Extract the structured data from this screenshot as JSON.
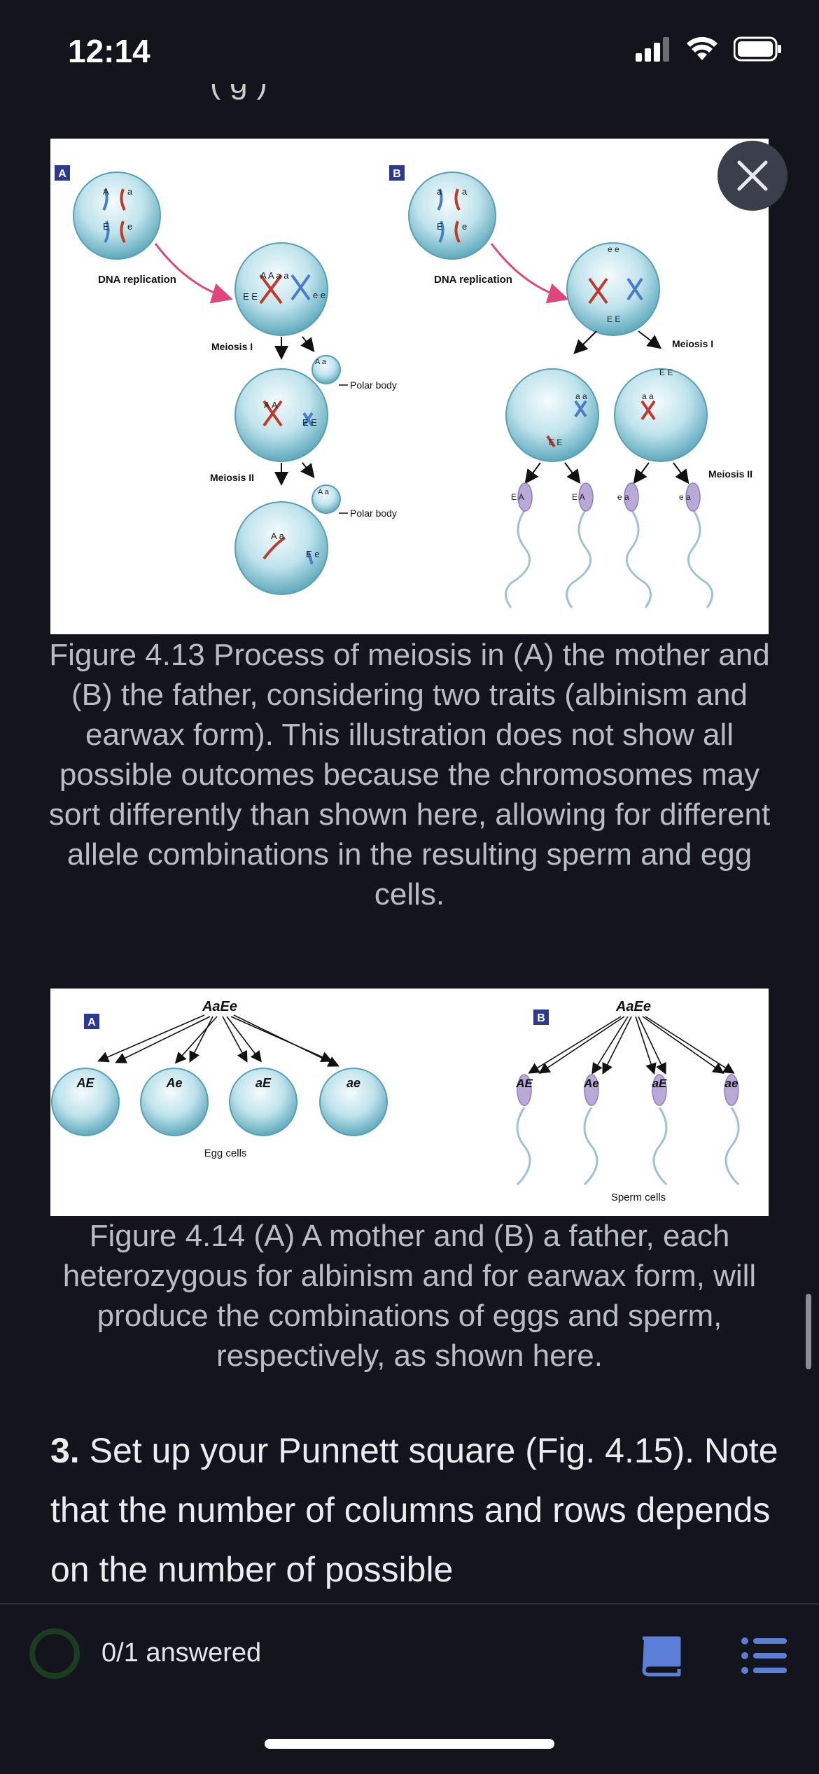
{
  "status_bar": {
    "time": "12:14"
  },
  "figure_4_13": {
    "panel_a_label": "A",
    "panel_b_label": "B",
    "dna_replication": "DNA replication",
    "meiosis_1": "Meiosis I",
    "meiosis_2": "Meiosis II",
    "polar_body": "Polar body",
    "caption": "Figure 4.13 Process of meiosis in (A) the mother and (B) the father, considering two traits (albinism and earwax form). This illustration does not show all possible outcomes because the chromosomes may sort differently than shown here, allowing for different allele combinations in the resulting sperm and egg cells."
  },
  "figure_4_14": {
    "panel_a_label": "A",
    "panel_b_label": "B",
    "genotype": "AaEe",
    "combinations": [
      "AE",
      "Ae",
      "aE",
      "ae"
    ],
    "egg_cells": "Egg cells",
    "sperm_cells": "Sperm cells",
    "caption": "Figure 4.14 (A) A mother and (B) a father, each heterozygous for albinism and for earwax form, will produce the combinations of eggs and sperm, respectively, as shown here."
  },
  "step": {
    "number": "3.",
    "text": "Set up your Punnett square (Fig. 4.15). Note that the number of columns and rows depends on the number of possible"
  },
  "bottom_bar": {
    "answered": "0/1 answered"
  }
}
